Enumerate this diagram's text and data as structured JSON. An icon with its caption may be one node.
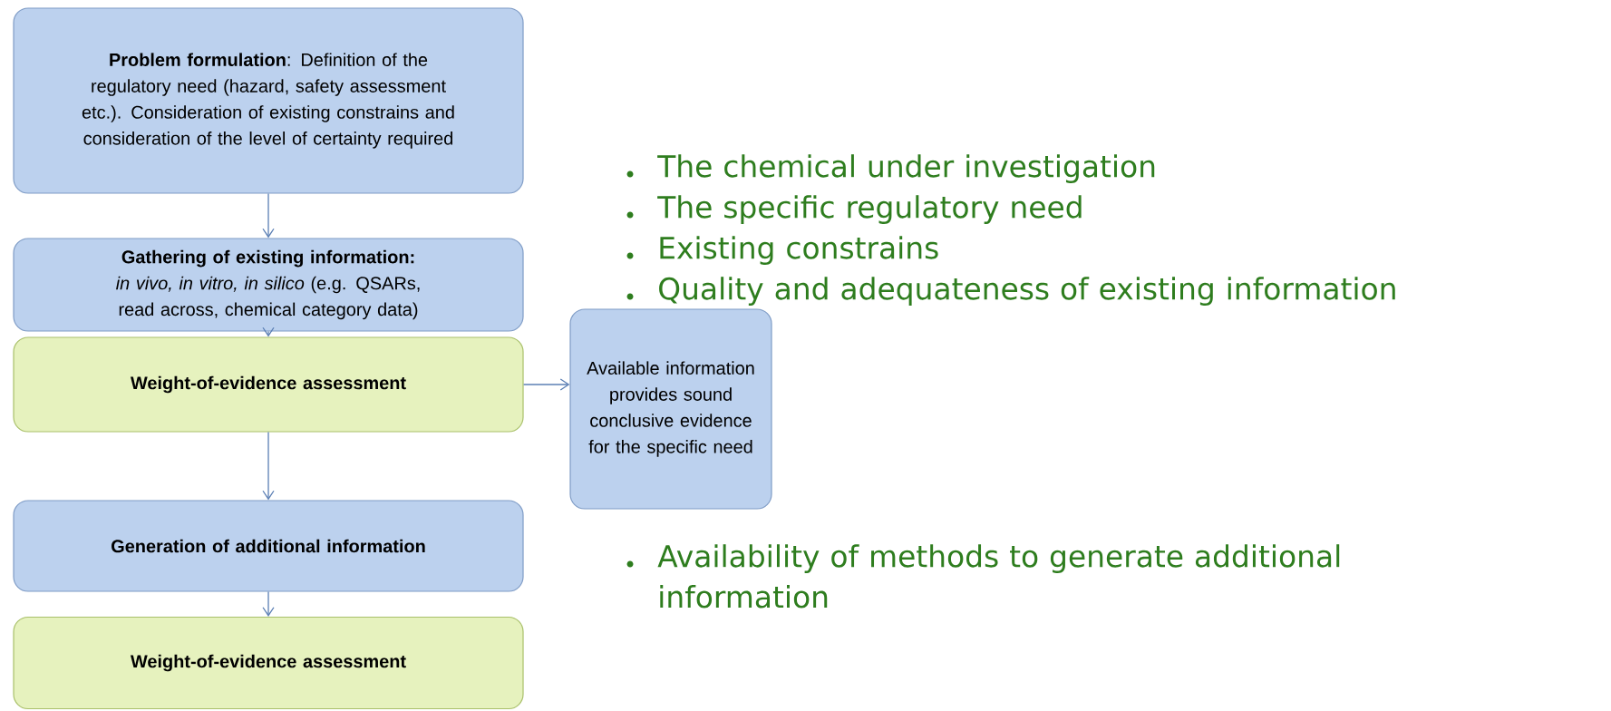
{
  "diagram": {
    "nodes": [
      {
        "text": [
          "**Problem formulation**: Definition of the regulatory need (hazard, safety assessment etc.). Consideration of existing constrains and consideration of the level of certainty required"
        ]
      },
      {
        "text": [
          "**Gathering of existing information:** *in vivo, in vitro, in silico* (e.g. QSARs, read across, chemical category data)"
        ]
      },
      {
        "text": [
          "Weight-of-evidence assessment"
        ]
      },
      {
        "text": [
          "Available information provides sound conclusive evidence for the specific need"
        ]
      },
      {
        "text": [
          "Generation of  additional information"
        ]
      },
      {
        "text": [
          "Weight-of-evidence assessment"
        ]
      }
    ],
    "edges": [
      {
        "from": 0,
        "to": 1,
        "arrow": "to"
      },
      {
        "from": 1,
        "to": 2,
        "arrow": "to"
      },
      {
        "from": 2,
        "to": 3,
        "arrow": "to"
      },
      {
        "from": 2,
        "to": 4,
        "arrow": "to"
      },
      {
        "from": 4,
        "to": 5,
        "arrow": "to"
      }
    ],
    "labels": [
      "The chemical under investigation",
      "The specific regulatory need",
      "Existing constrains",
      "Quality and adequateness of existing information",
      "Availability of methods to generate additional information"
    ]
  }
}
